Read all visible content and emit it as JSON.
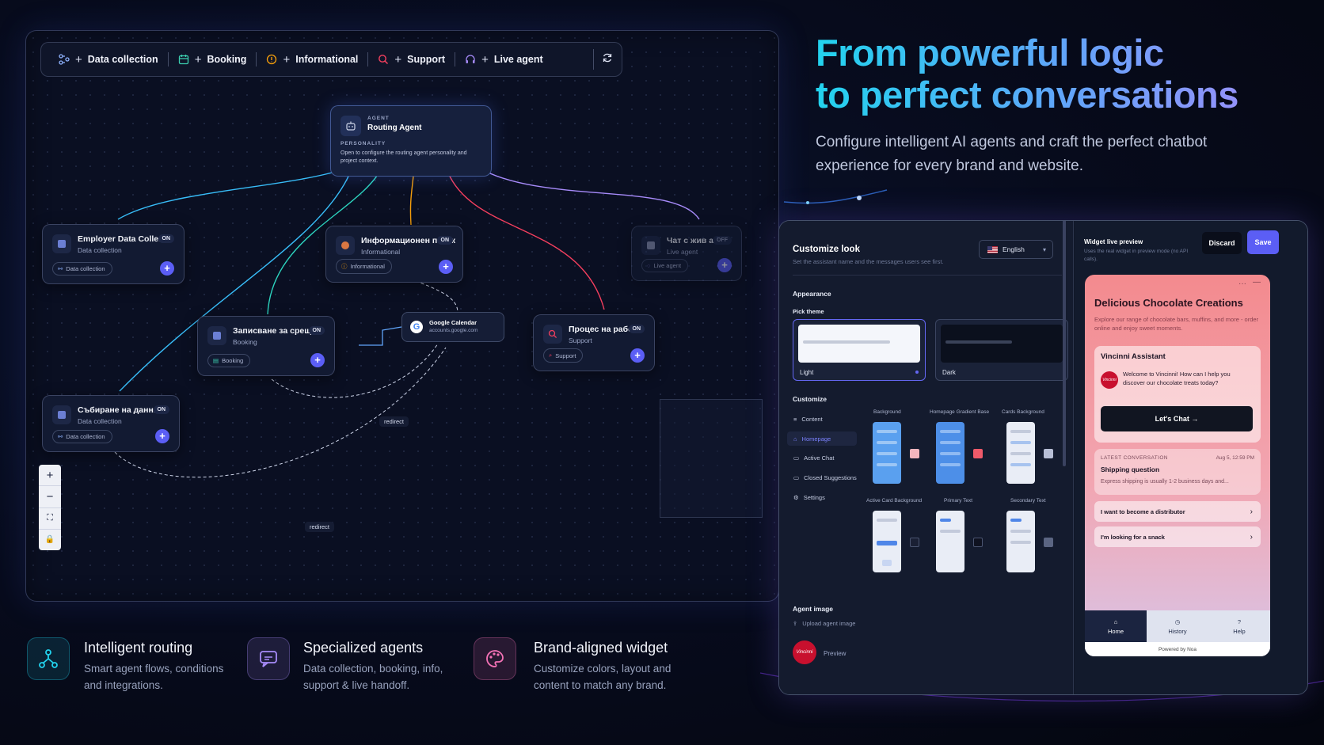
{
  "toolbar": {
    "items": [
      {
        "label": "Data collection",
        "icon": "flow-icon",
        "color": "#8fb3ff"
      },
      {
        "label": "Booking",
        "icon": "calendar-icon",
        "color": "#3ccfb0"
      },
      {
        "label": "Informational",
        "icon": "info-icon",
        "color": "#f59e0b"
      },
      {
        "label": "Support",
        "icon": "search-icon",
        "color": "#f43f5e"
      },
      {
        "label": "Live agent",
        "icon": "headset-icon",
        "color": "#a78bfa"
      }
    ]
  },
  "routing_agent": {
    "label": "AGENT",
    "title": "Routing Agent",
    "personality_label": "PERSONALITY",
    "description": "Open to configure the routing agent personality and project context."
  },
  "nodes": [
    {
      "title": "Employer Data Colle...",
      "sub": "Data collection",
      "status": "ON",
      "chip": "Data collection"
    },
    {
      "title": "Информационен поток",
      "sub": "Informational",
      "status": "ON",
      "chip": "Informational"
    },
    {
      "title": "Чат с жив агент",
      "sub": "Live agent",
      "status": "OFF",
      "chip": "Live agent"
    },
    {
      "title": "Записване за среща",
      "sub": "Booking",
      "status": "ON",
      "chip": "Booking"
    },
    {
      "title": "Процес на работа",
      "sub": "Support",
      "status": "ON",
      "chip": "Support"
    },
    {
      "title": "Събиране на данни",
      "sub": "Data collection",
      "status": "ON",
      "chip": "Data collection"
    }
  ],
  "google_calendar": {
    "title": "Google Calendar",
    "sub": "accounts.google.com"
  },
  "redirect_labels": [
    "redirect",
    "redirect"
  ],
  "zoom_controls": [
    "+",
    "−",
    "⛶",
    "🔒"
  ],
  "hero": {
    "line1": "From powerful logic",
    "line2": "to perfect conversations",
    "subtitle": "Configure intelligent AI agents and craft the perfect chatbot experience for every brand and website."
  },
  "customize": {
    "title": "Customize look",
    "subtitle": "Set the assistant name and the messages users see first.",
    "language": "English",
    "appearance": "Appearance",
    "pick_theme": "Pick theme",
    "themes": [
      "Light",
      "Dark"
    ],
    "customize_label": "Customize",
    "side_items": [
      "Content",
      "Homepage",
      "Active Chat",
      "Closed Suggestions",
      "Settings"
    ],
    "color_labels": [
      "Background",
      "Homepage Gradient Base",
      "Cards Background",
      "Active Card Background",
      "Primary Text",
      "Secondary Text"
    ],
    "agent_image": "Agent image",
    "upload": "Upload agent image",
    "preview": "Preview"
  },
  "preview": {
    "title": "Widget live preview",
    "subtitle": "Uses the real widget in preview mode (no API calls).",
    "discard": "Discard",
    "save": "Save"
  },
  "widget": {
    "title": "Delicious Chocolate Creations",
    "description": "Explore our range of chocolate bars, muffins, and more - order online and enjoy sweet moments.",
    "assistant_name": "Vincinni Assistant",
    "avatar_text": "Vincinni",
    "welcome": "Welcome to Vincinni! How can I help you discover our chocolate treats today?",
    "chat_button": "Let's Chat →",
    "latest_label": "LATEST CONVERSATION",
    "latest_date": "Aug 5, 12:59 PM",
    "latest_title": "Shipping question",
    "latest_preview": "Express shipping is usually 1-2 business days and...",
    "suggestions": [
      "I want to become a distributor",
      "I'm looking for a snack"
    ],
    "nav": [
      "Home",
      "History",
      "Help"
    ],
    "powered": "Powered by Noa"
  },
  "features": [
    {
      "title": "Intelligent routing",
      "desc": "Smart agent flows, conditions and integrations.",
      "icon": "routing-icon",
      "color": "#22d3ee"
    },
    {
      "title": "Specialized agents",
      "desc": "Data collection, booking, info, support & live handoff.",
      "icon": "chat-agent-icon",
      "color": "#a78bfa"
    },
    {
      "title": "Brand-aligned widget",
      "desc": "Customize colors, layout and content to match any brand.",
      "icon": "palette-icon",
      "color": "#f472b6"
    }
  ],
  "colors": {
    "accent": "#5b5ef5",
    "hero_gradient": [
      "#22d3ee",
      "#60a5fa",
      "#a78bfa"
    ]
  }
}
